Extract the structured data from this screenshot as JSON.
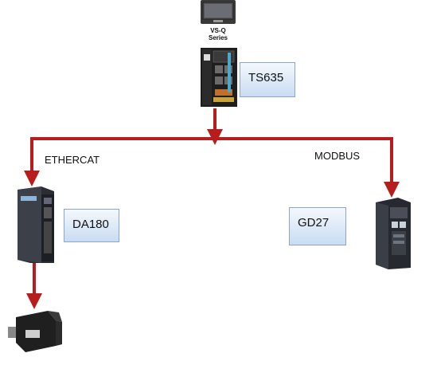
{
  "hmi": {
    "series_line1": "VS-Q",
    "series_line2": "Series"
  },
  "controller": {
    "label": "TS635"
  },
  "networks": {
    "left": "ETHERCAT",
    "right": "MODBUS"
  },
  "servo_drive": {
    "label": "DA180"
  },
  "inverter": {
    "label": "GD27"
  },
  "colors": {
    "arrow": "#b81d1d",
    "box_border": "#8aa6c8",
    "box_top": "#f4f8fd",
    "box_bottom": "#c9dcf2"
  },
  "icons": [
    "hmi-panel-icon",
    "plc-controller-icon",
    "servo-drive-icon",
    "inverter-icon",
    "servo-motor-icon"
  ]
}
